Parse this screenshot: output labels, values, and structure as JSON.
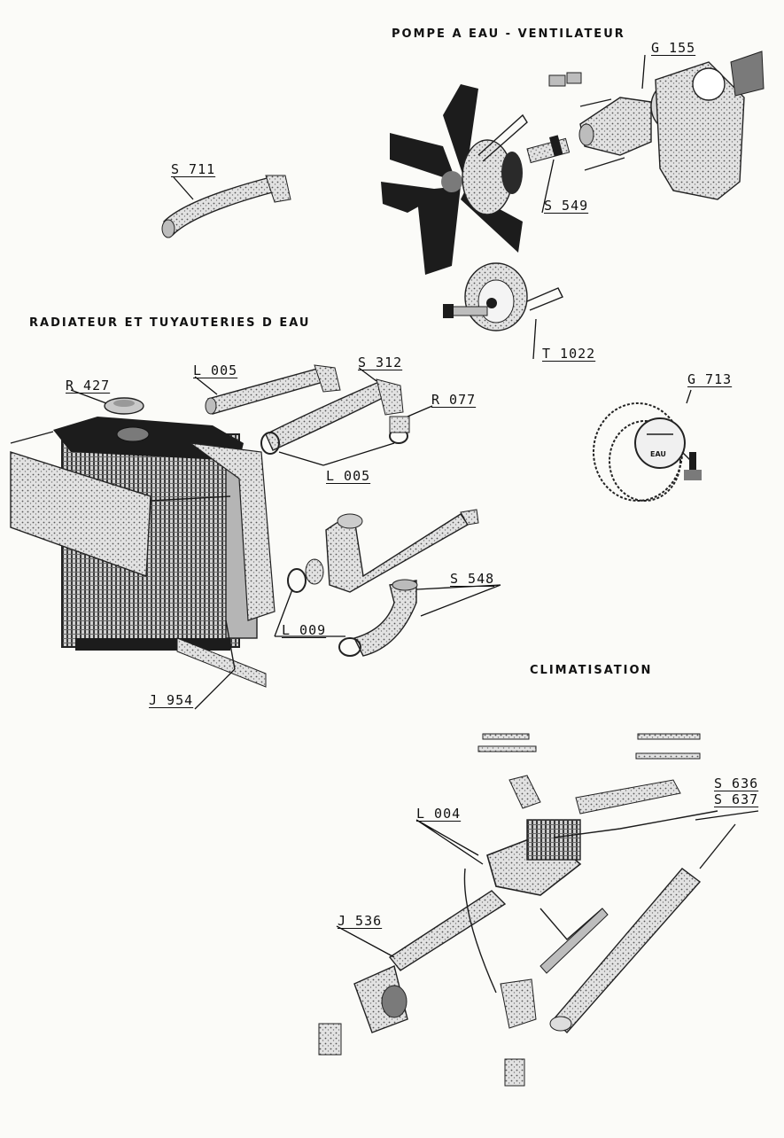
{
  "sections": {
    "pump_fan": "POMPE A EAU - VENTILATEUR",
    "radiator": "RADIATEUR ET TUYAUTERIES D EAU",
    "climate": "CLIMATISATION"
  },
  "refs": {
    "g155": "G 155",
    "s711": "S 711",
    "s549": "S 549",
    "t1022": "T 1022",
    "g713": "G 713",
    "l005a": "L 005",
    "s312": "S 312",
    "r427": "R 427",
    "r077": "R 077",
    "l005b": "L 005",
    "s548": "S 548",
    "l009": "L 009",
    "j954": "J 954",
    "s636": "S 636",
    "s637": "S 637",
    "l004": "L 004",
    "j536": "J 536"
  },
  "gauge_text": "EAU"
}
